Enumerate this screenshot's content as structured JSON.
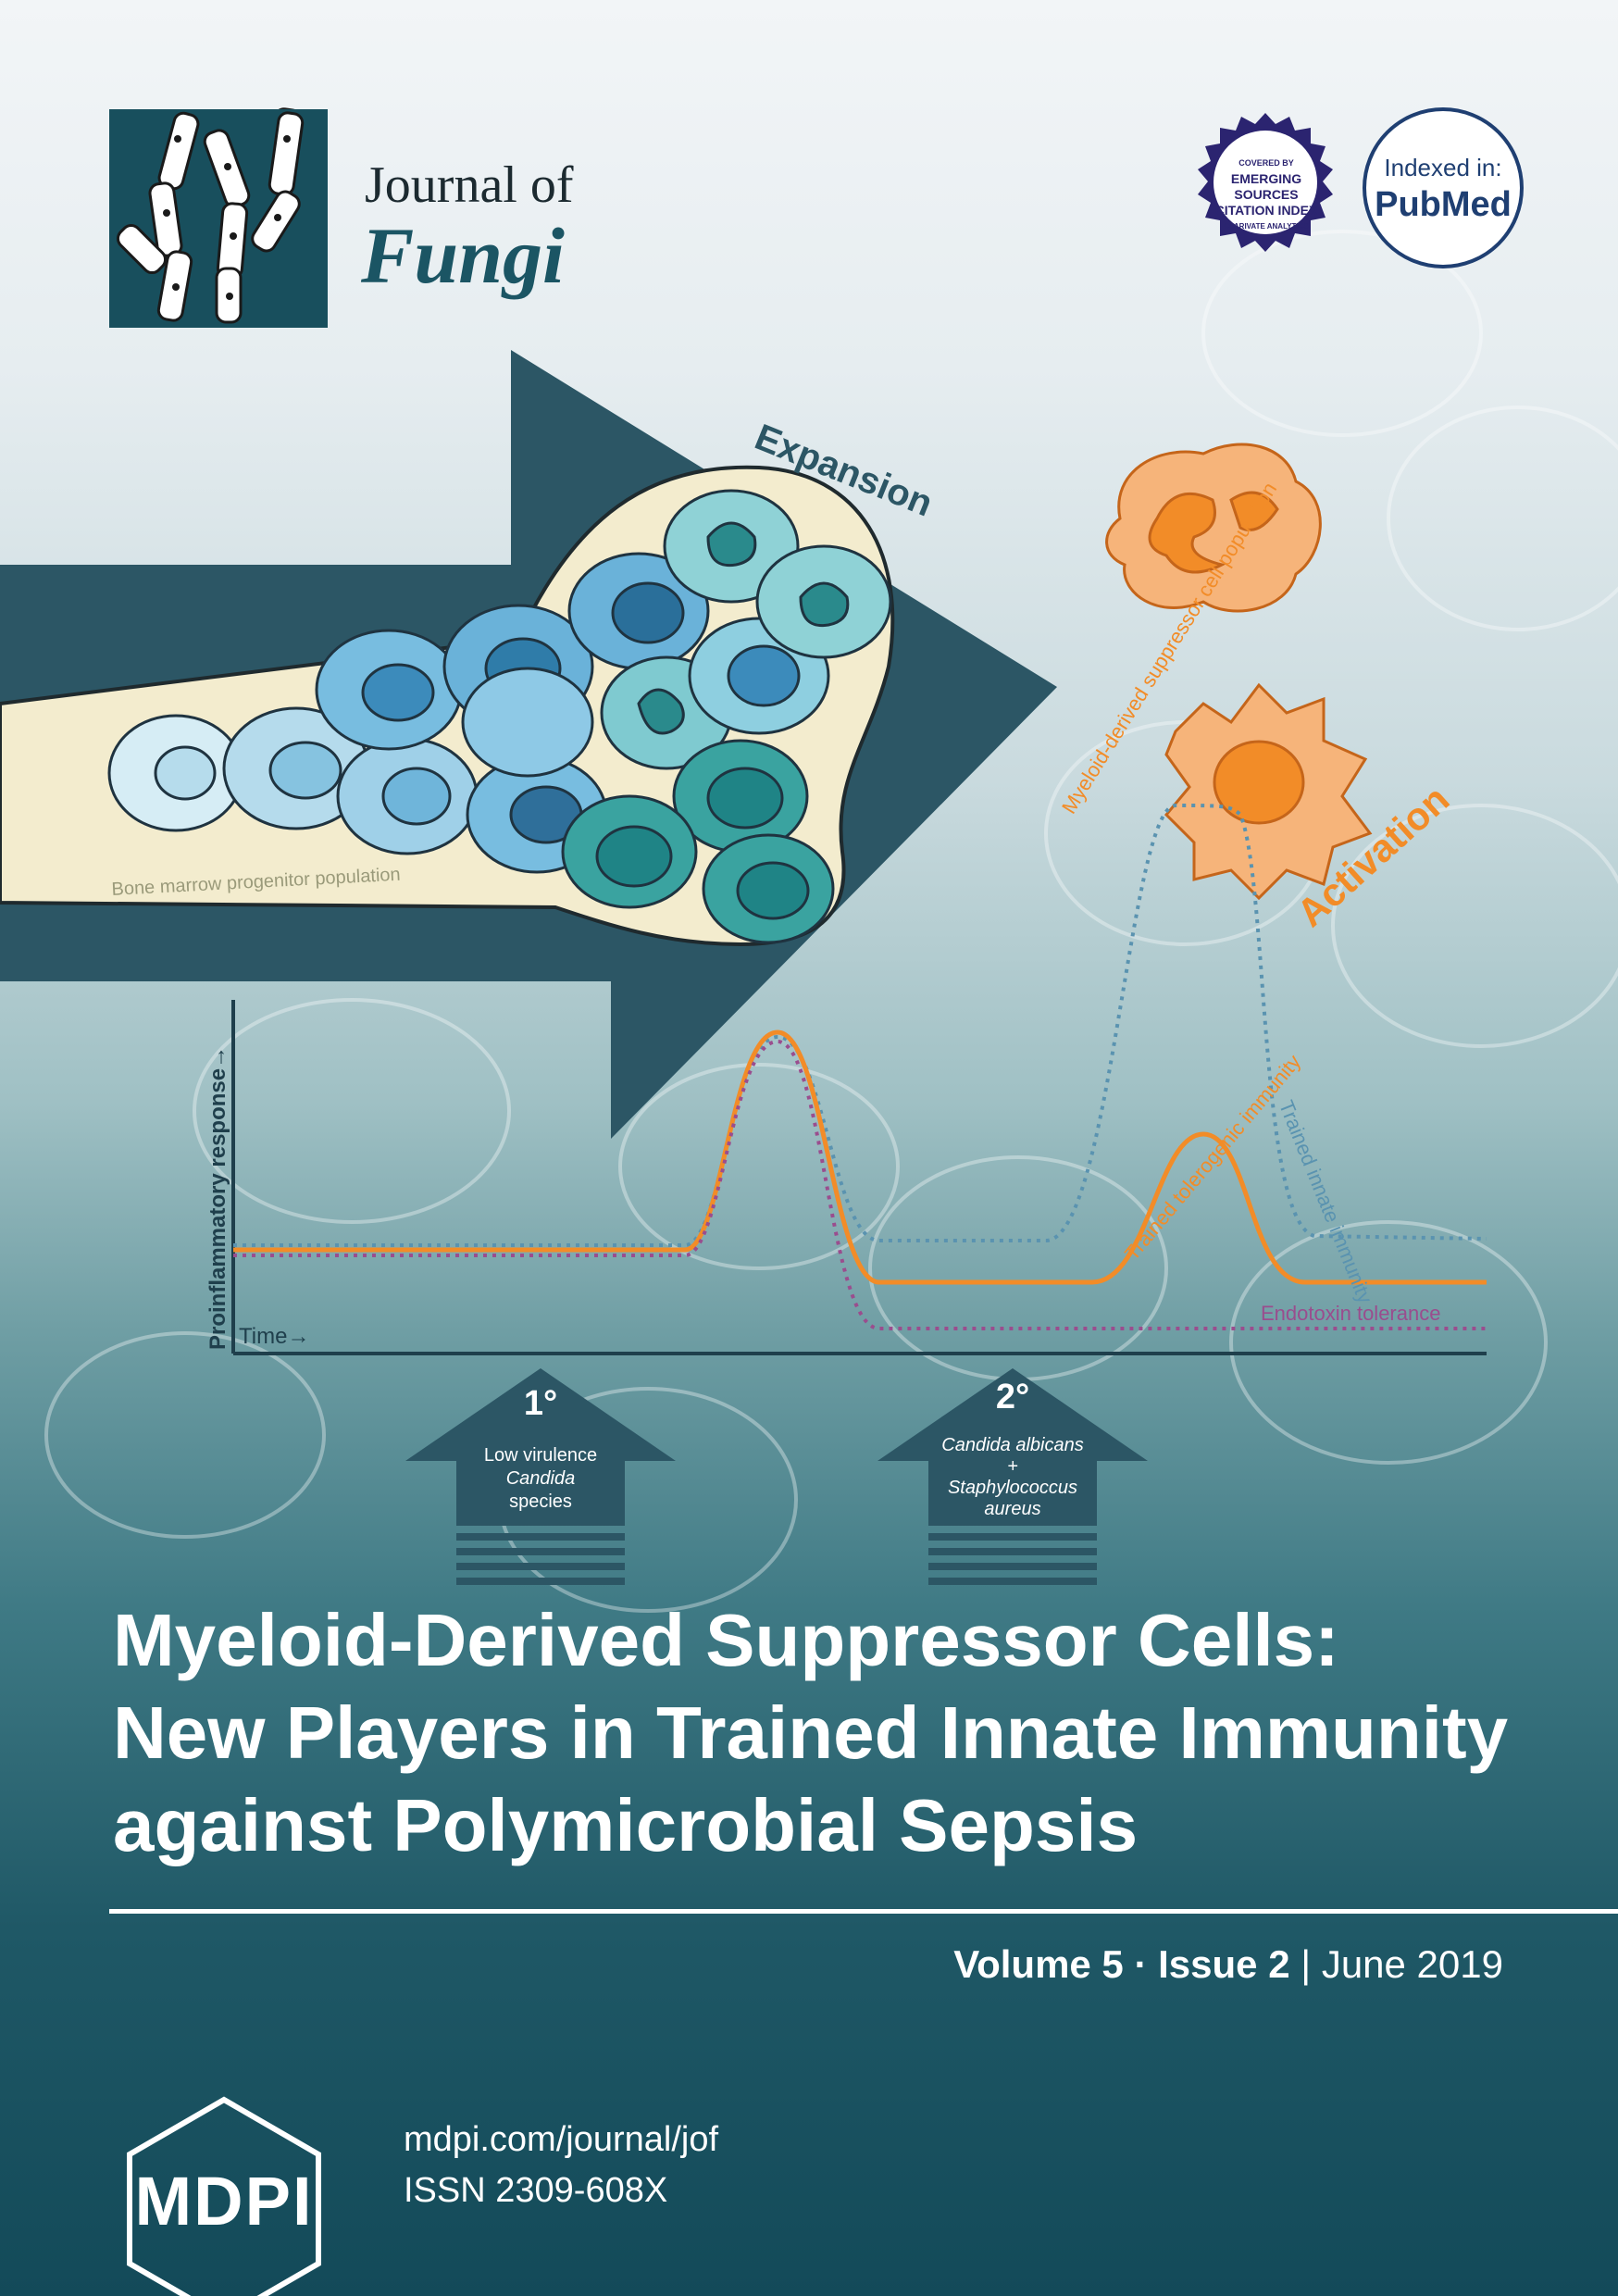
{
  "journal": {
    "title_line1": "Journal of",
    "title_line2": "Fungi"
  },
  "badges": {
    "seal_top": "COVERED BY",
    "seal_line1": "EMERGING",
    "seal_line2": "SOURCES",
    "seal_line3": "CITATION INDEX",
    "seal_bottom": "CLARIVATE ANALYTICS",
    "indexed_label": "Indexed in:",
    "indexed_name": "PubMed"
  },
  "figure": {
    "expansion": "Expansion",
    "activation": "Activation",
    "mdsc_population": "Myeloid-derived suppressor cell population",
    "bone_marrow": "Bone marrow progenitor population",
    "ylabel": "Proinflammatory response→",
    "xlabel": "Time→",
    "curve_tolerogenic": "Trained tolerogenic immunity",
    "curve_innate": "Trained innate immunity",
    "curve_endotoxin": "Endotoxin tolerance",
    "arrow1_num": "1°",
    "arrow1_line1": "Low virulence",
    "arrow1_line2": "Candida",
    "arrow1_line3": "species",
    "arrow2_num": "2°",
    "arrow2_line1": "Candida albicans",
    "arrow2_line2": "+",
    "arrow2_line3": "Staphylococcus",
    "arrow2_line4": "aureus"
  },
  "article": {
    "title_line1": "Myeloid-Derived Suppressor Cells:",
    "title_line2": "New Players in Trained Innate Immunity",
    "title_line3": "against Polymicrobial Sepsis"
  },
  "issue": {
    "volume": "Volume 5",
    "sep": " · ",
    "issue": "Issue 2",
    "bar": " | ",
    "date": "June 2019"
  },
  "publisher": {
    "name": "MDPI",
    "url": "mdpi.com/journal/jof",
    "issn": "ISSN 2309-608X"
  },
  "colors": {
    "teal_dark": "#184f5d",
    "orange": "#f28c28",
    "innate_blue": "#5a93b0",
    "endotoxin_purple": "#9a4d8e"
  }
}
